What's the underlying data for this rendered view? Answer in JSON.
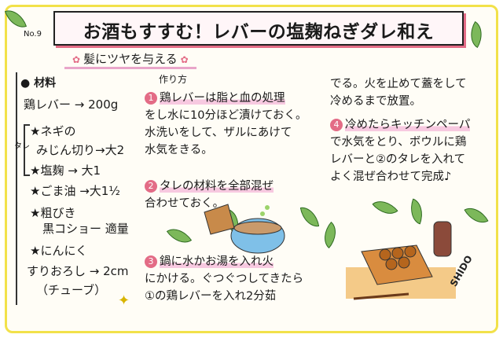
{
  "number": "No.9",
  "title": "お酒もすすむ！レバーの塩麹ねぎダレ和え",
  "subtitle": "髪にツヤを与える",
  "ingredients": {
    "header": "材料",
    "tare_label": "タレ",
    "items": [
      {
        "line": "鶏レバー → 200g"
      },
      {
        "line": "★ネギの"
      },
      {
        "line": "みじん切り→大2"
      },
      {
        "line": "★塩麹 → 大1"
      },
      {
        "line": "★ごま油 →大1½"
      },
      {
        "line": "★粗びき"
      },
      {
        "line": "黒コショー 適量"
      },
      {
        "line": "★にんにく"
      },
      {
        "line": "すりおろし → 2cm"
      },
      {
        "line": "（チューブ）"
      }
    ]
  },
  "method": {
    "header": "作り方",
    "steps": [
      {
        "num": "1",
        "lines": [
          "鶏レバーは脂と血の処理",
          "をし水に10分ほど漬けておく。",
          "水洗いをして、ザルにあけて",
          "水気をきる。"
        ]
      },
      {
        "num": "2",
        "lines": [
          "タレの材料を全部混ぜ",
          "合わせておく。"
        ]
      },
      {
        "num": "3",
        "lines": [
          "鍋に水かお湯を入れ火",
          "にかける。ぐつぐつしてきたら",
          "①の鶏レバーを入れ2分茹"
        ]
      },
      {
        "cont": [
          "でる。火を止めて蓋をして",
          "冷めるまで放置。"
        ]
      },
      {
        "num": "4",
        "lines": [
          "冷めたらキッチンペーパ",
          "で水気をとり、ボウルに鶏",
          "レバーと②のタレを入れて",
          "よく混ぜ合わせて完成♪"
        ]
      }
    ]
  },
  "signature": "SHIDO",
  "colors": {
    "border": "#f2e14a",
    "accent": "#e36c86",
    "highlight": "#f7c9e0",
    "leaf": "#7cb85a"
  }
}
